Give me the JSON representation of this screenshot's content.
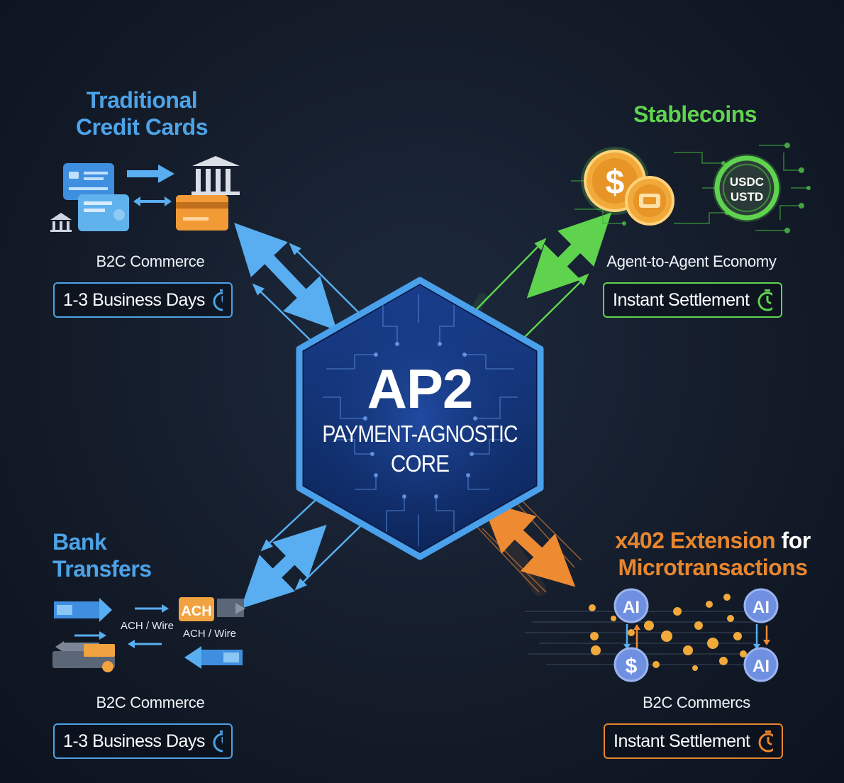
{
  "core": {
    "title": "AP2",
    "line1": "PAYMENT-AGNOSTIC",
    "line2": "CORE"
  },
  "credit_cards": {
    "title_line1": "Traditional",
    "title_line2": "Credit Cards",
    "category": "B2C Commerce",
    "settlement": "1-3 Business Days",
    "color": "#4da3e8"
  },
  "stablecoins": {
    "title": "Stablecoins",
    "coin_symbol": "$",
    "coin_label_1": "USDC",
    "coin_label_2": "USTD",
    "category": "Agent-to-Agent Economy",
    "settlement": "Instant Settlement",
    "color": "#5fd34e"
  },
  "bank_transfers": {
    "title": "Bank Transfers",
    "ach_badge": "ACH",
    "flow_label_1": "ACH / Wire",
    "flow_label_2": "ACH / Wire",
    "category": "B2C Commerce",
    "settlement": "1-3 Business Days",
    "color": "#4da3e8"
  },
  "x402": {
    "title_highlight": "x402 Extension",
    "title_connector": "for",
    "title_line2": "Microtransactions",
    "ai_label": "AI",
    "dollar_symbol": "$",
    "category": "B2C Commercs",
    "settlement": "Instant Settlement",
    "color": "#e8862e"
  }
}
